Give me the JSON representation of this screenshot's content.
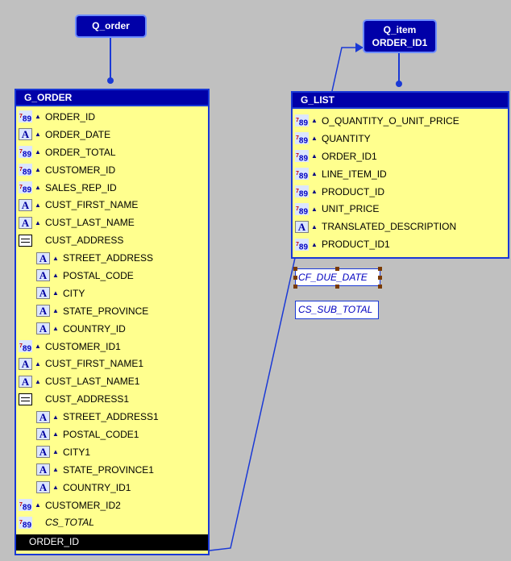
{
  "queries": [
    {
      "id": "q_order",
      "lines": [
        "Q_order"
      ]
    },
    {
      "id": "q_item",
      "lines": [
        "Q_item",
        "ORDER_ID1"
      ]
    }
  ],
  "g_order": {
    "title": "G_ORDER",
    "rows": [
      {
        "icon": "number",
        "label": "ORDER_ID",
        "indent": 0,
        "arrow": true
      },
      {
        "icon": "text",
        "label": "ORDER_DATE",
        "indent": 0,
        "arrow": true
      },
      {
        "icon": "number",
        "label": "ORDER_TOTAL",
        "indent": 0,
        "arrow": true
      },
      {
        "icon": "number",
        "label": "CUSTOMER_ID",
        "indent": 0,
        "arrow": true
      },
      {
        "icon": "number",
        "label": "SALES_REP_ID",
        "indent": 0,
        "arrow": true
      },
      {
        "icon": "text",
        "label": "CUST_FIRST_NAME",
        "indent": 0,
        "arrow": true
      },
      {
        "icon": "text",
        "label": "CUST_LAST_NAME",
        "indent": 0,
        "arrow": true
      },
      {
        "icon": "group",
        "label": "CUST_ADDRESS",
        "indent": 0,
        "arrow": false
      },
      {
        "icon": "text",
        "label": "STREET_ADDRESS",
        "indent": 1,
        "arrow": true
      },
      {
        "icon": "text",
        "label": "POSTAL_CODE",
        "indent": 1,
        "arrow": true
      },
      {
        "icon": "text",
        "label": "CITY",
        "indent": 1,
        "arrow": true
      },
      {
        "icon": "text",
        "label": "STATE_PROVINCE",
        "indent": 1,
        "arrow": true
      },
      {
        "icon": "text",
        "label": "COUNTRY_ID",
        "indent": 1,
        "arrow": true
      },
      {
        "icon": "number",
        "label": "CUSTOMER_ID1",
        "indent": 0,
        "arrow": true
      },
      {
        "icon": "text",
        "label": "CUST_FIRST_NAME1",
        "indent": 0,
        "arrow": true
      },
      {
        "icon": "text",
        "label": "CUST_LAST_NAME1",
        "indent": 0,
        "arrow": true
      },
      {
        "icon": "group",
        "label": "CUST_ADDRESS1",
        "indent": 0,
        "arrow": false
      },
      {
        "icon": "text",
        "label": "STREET_ADDRESS1",
        "indent": 1,
        "arrow": true
      },
      {
        "icon": "text",
        "label": "POSTAL_CODE1",
        "indent": 1,
        "arrow": true
      },
      {
        "icon": "text",
        "label": "CITY1",
        "indent": 1,
        "arrow": true
      },
      {
        "icon": "text",
        "label": "STATE_PROVINCE1",
        "indent": 1,
        "arrow": true
      },
      {
        "icon": "text",
        "label": "COUNTRY_ID1",
        "indent": 1,
        "arrow": true
      },
      {
        "icon": "number",
        "label": "CUSTOMER_ID2",
        "indent": 0,
        "arrow": true
      },
      {
        "icon": "number",
        "label": "CS_TOTAL",
        "indent": 0,
        "arrow": false,
        "italic": true
      }
    ],
    "selected_row": "ORDER_ID"
  },
  "g_list": {
    "title": "G_LIST",
    "rows": [
      {
        "icon": "number",
        "label": "O_QUANTITY_O_UNIT_PRICE",
        "arrow": true
      },
      {
        "icon": "number",
        "label": "QUANTITY",
        "arrow": true
      },
      {
        "icon": "number",
        "label": "ORDER_ID1",
        "arrow": true
      },
      {
        "icon": "number",
        "label": "LINE_ITEM_ID",
        "arrow": true
      },
      {
        "icon": "number",
        "label": "PRODUCT_ID",
        "arrow": true
      },
      {
        "icon": "number",
        "label": "UNIT_PRICE",
        "arrow": true
      },
      {
        "icon": "text",
        "label": "TRANSLATED_DESCRIPTION",
        "arrow": true
      },
      {
        "icon": "number",
        "label": "PRODUCT_ID1",
        "arrow": true
      }
    ]
  },
  "formulas": [
    {
      "id": "cf_due_date",
      "label": "CF_DUE_DATE",
      "selected": true
    },
    {
      "id": "cs_sub_total",
      "label": "CS_SUB_TOTAL",
      "selected": false
    }
  ],
  "icons": {
    "number": "number-datatype-icon",
    "text": "character-datatype-icon",
    "group": "group-icon",
    "arrow": "arrow-up-icon"
  },
  "colors": {
    "canvas": "#c0c0c0",
    "group_fill": "#ffff8e",
    "header": "#0000a8",
    "border": "#1a39d6",
    "link": "#1a39d6"
  }
}
